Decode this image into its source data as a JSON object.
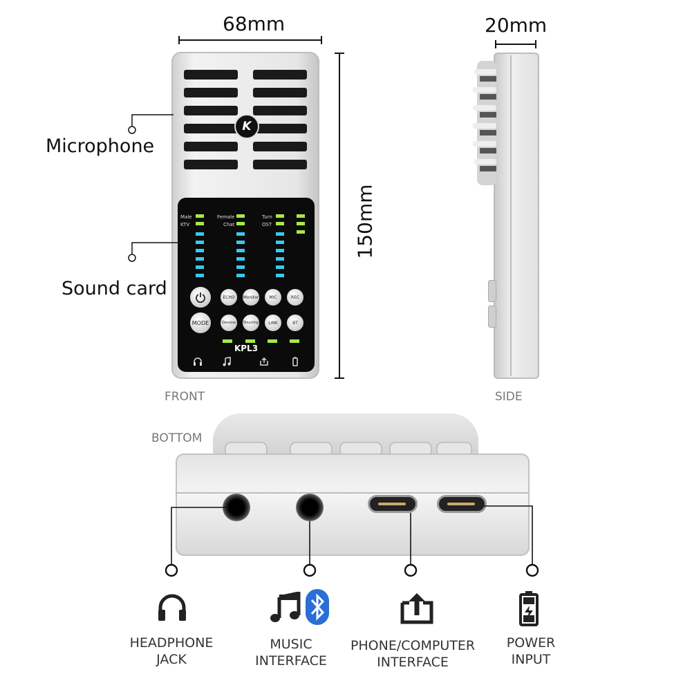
{
  "dimensions": {
    "width": "68mm",
    "thickness": "20mm",
    "height": "150mm"
  },
  "views": {
    "front": "FRONT",
    "side": "SIDE",
    "bottom": "BOTTOM"
  },
  "callouts": {
    "microphone": "Microphone",
    "sound_card": "Sound card"
  },
  "device": {
    "model": "KPL3",
    "logo": "K",
    "mode_labels": {
      "male": "Male",
      "ktv": "KTV",
      "female": "Female",
      "chat": "Chat",
      "turn": "Turn",
      "ost": "OST"
    },
    "buttons_row1": [
      "ECHO",
      "Monitor",
      "MIC",
      "REC"
    ],
    "buttons_row2": [
      "Denoise",
      "Shunting",
      "LINK",
      "BT"
    ],
    "mode_button": "MODE",
    "power_icon": "power-icon",
    "bottom_icons": [
      "headphone-icon",
      "music-note-icon",
      "upload-icon",
      "battery-icon"
    ]
  },
  "ports": [
    {
      "line1": "HEADPHONE",
      "line2": "JACK",
      "icon": "headphone-icon"
    },
    {
      "line1": "MUSIC",
      "line2": "INTERFACE",
      "icon": "music-bluetooth-icon"
    },
    {
      "line1": "PHONE/COMPUTER",
      "line2": "INTERFACE",
      "icon": "upload-icon"
    },
    {
      "line1": "POWER",
      "line2": "INPUT",
      "icon": "battery-charging-icon"
    }
  ],
  "colors": {
    "led_green": "#a6e84a",
    "led_cyan": "#38c9f0",
    "device_silver": "#d9d9d9",
    "panel_black": "#0b0b0b"
  }
}
